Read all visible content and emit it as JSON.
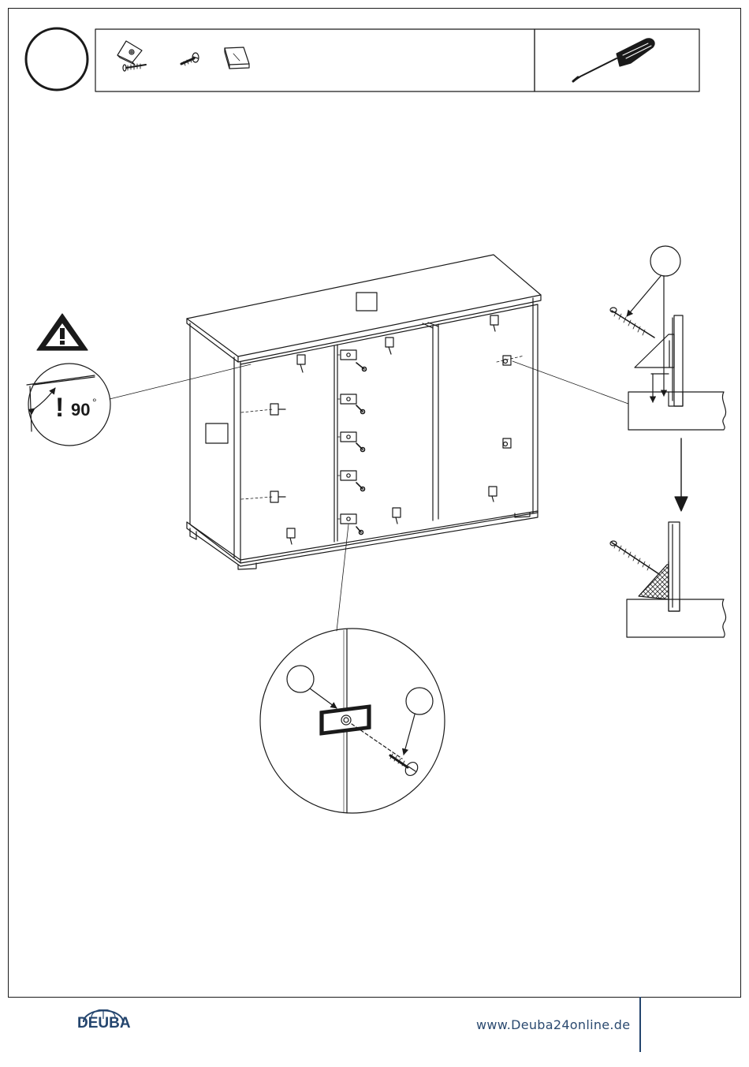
{
  "warning": {
    "angle_label": "90",
    "degree_symbol": "°",
    "exclamation": "!"
  },
  "footer": {
    "brand": "DEUBA",
    "url": "www.Deuba24online.de"
  },
  "colors": {
    "line": "#1a1a1a",
    "brand": "#24456e",
    "hatch": "#333333"
  },
  "icons": [
    "step-number-circle",
    "angle-bracket-icon",
    "screw-icon",
    "connector-plate-icon",
    "screwdriver-icon",
    "warning-triangle-icon"
  ]
}
